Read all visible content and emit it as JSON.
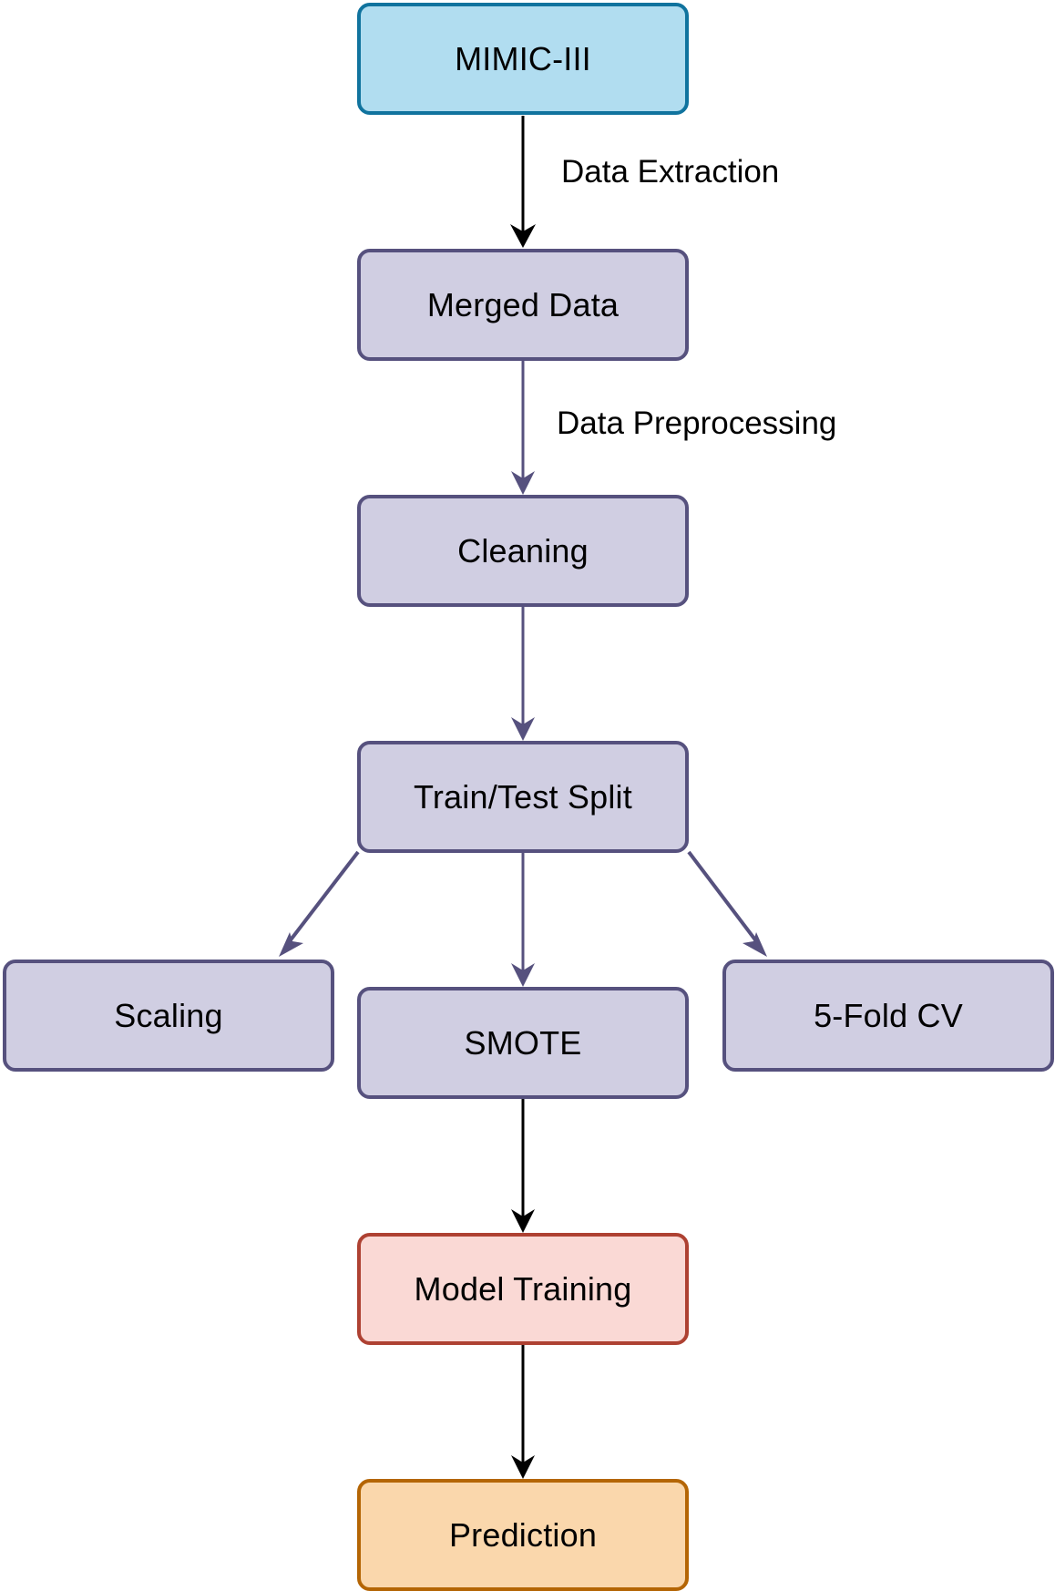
{
  "nodes": {
    "mimic": "MIMIC-III",
    "merged": "Merged Data",
    "cleaning": "Cleaning",
    "split": "Train/Test Split",
    "scaling": "Scaling",
    "smote": "SMOTE",
    "cv": "5-Fold CV",
    "training": "Model Training",
    "prediction": "Prediction"
  },
  "edge_labels": {
    "extraction": "Data Extraction",
    "preprocessing": "Data Preprocessing"
  },
  "colors": {
    "source_fill": "#b1ddf0",
    "source_stroke": "#10739e",
    "process_fill": "#d0cee2",
    "process_stroke": "#56517e",
    "training_fill": "#fad9d5",
    "training_stroke": "#ae4132",
    "prediction_fill": "#fad7ac",
    "prediction_stroke": "#b46504",
    "arrow_black": "#000000",
    "arrow_purple": "#56517e"
  }
}
